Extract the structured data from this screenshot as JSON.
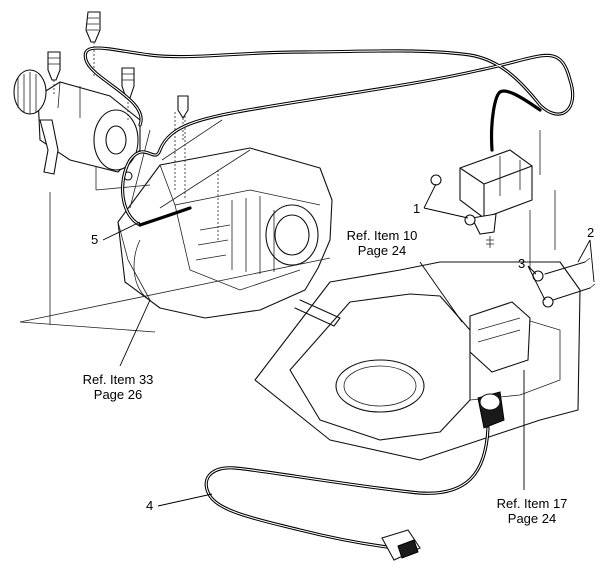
{
  "callouts": [
    {
      "id": "1",
      "text": "1"
    },
    {
      "id": "2",
      "text": "2"
    },
    {
      "id": "3",
      "text": "3"
    },
    {
      "id": "4",
      "text": "4"
    },
    {
      "id": "5",
      "text": "5"
    }
  ],
  "references": {
    "item10": {
      "line1": "Ref. Item 10",
      "line2": "Page 24"
    },
    "item33": {
      "line1": "Ref. Item 33",
      "line2": "Page 26"
    },
    "item17": {
      "line1": "Ref. Item 17",
      "line2": "Page 24"
    }
  }
}
